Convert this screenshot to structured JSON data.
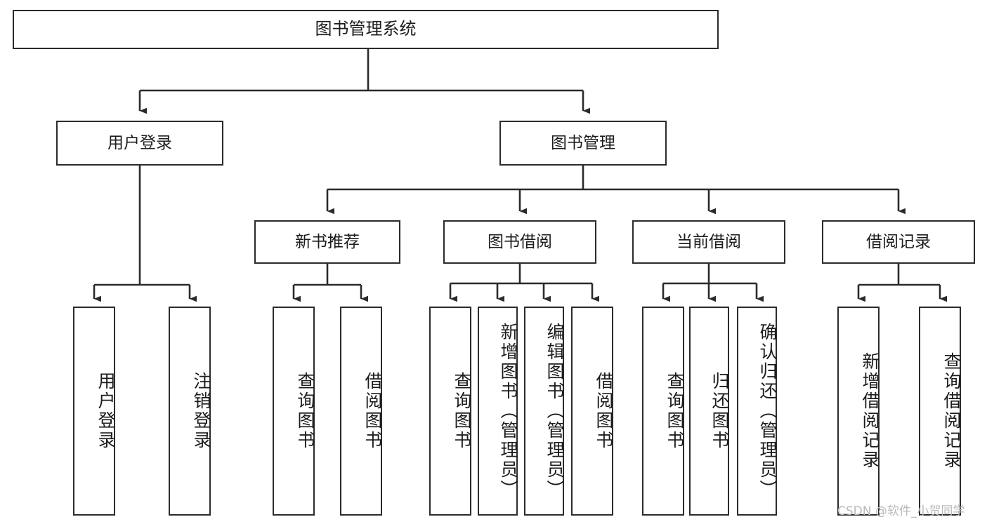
{
  "diagram": {
    "title": "图书管理系统",
    "watermark": "CSDN @软件_小贺同学",
    "line_color": "#2b2b2b",
    "text_color": "#1c1c1c",
    "background": "#ffffff",
    "root": {
      "label": "图书管理系统"
    },
    "level1": [
      {
        "label": "用户登录"
      },
      {
        "label": "图书管理"
      }
    ],
    "level2": [
      {
        "label": "新书推荐"
      },
      {
        "label": "图书借阅"
      },
      {
        "label": "当前借阅"
      },
      {
        "label": "借阅记录"
      }
    ],
    "leaves": {
      "user_login": [
        {
          "label": "用户登录"
        },
        {
          "label": "注销登录"
        }
      ],
      "new_book_recommend": [
        {
          "label": "查询图书"
        },
        {
          "label": "借阅图书"
        }
      ],
      "book_borrow": [
        {
          "label": "查询图书"
        },
        {
          "label": "新增图书（管理员）"
        },
        {
          "label": "编辑图书（管理员）"
        },
        {
          "label": "借阅图书"
        }
      ],
      "current_borrow": [
        {
          "label": "查询图书"
        },
        {
          "label": "归还图书"
        },
        {
          "label": "确认归还（管理员）"
        }
      ],
      "borrow_record": [
        {
          "label": "新增借阅记录"
        },
        {
          "label": "查询借阅记录"
        }
      ]
    }
  }
}
